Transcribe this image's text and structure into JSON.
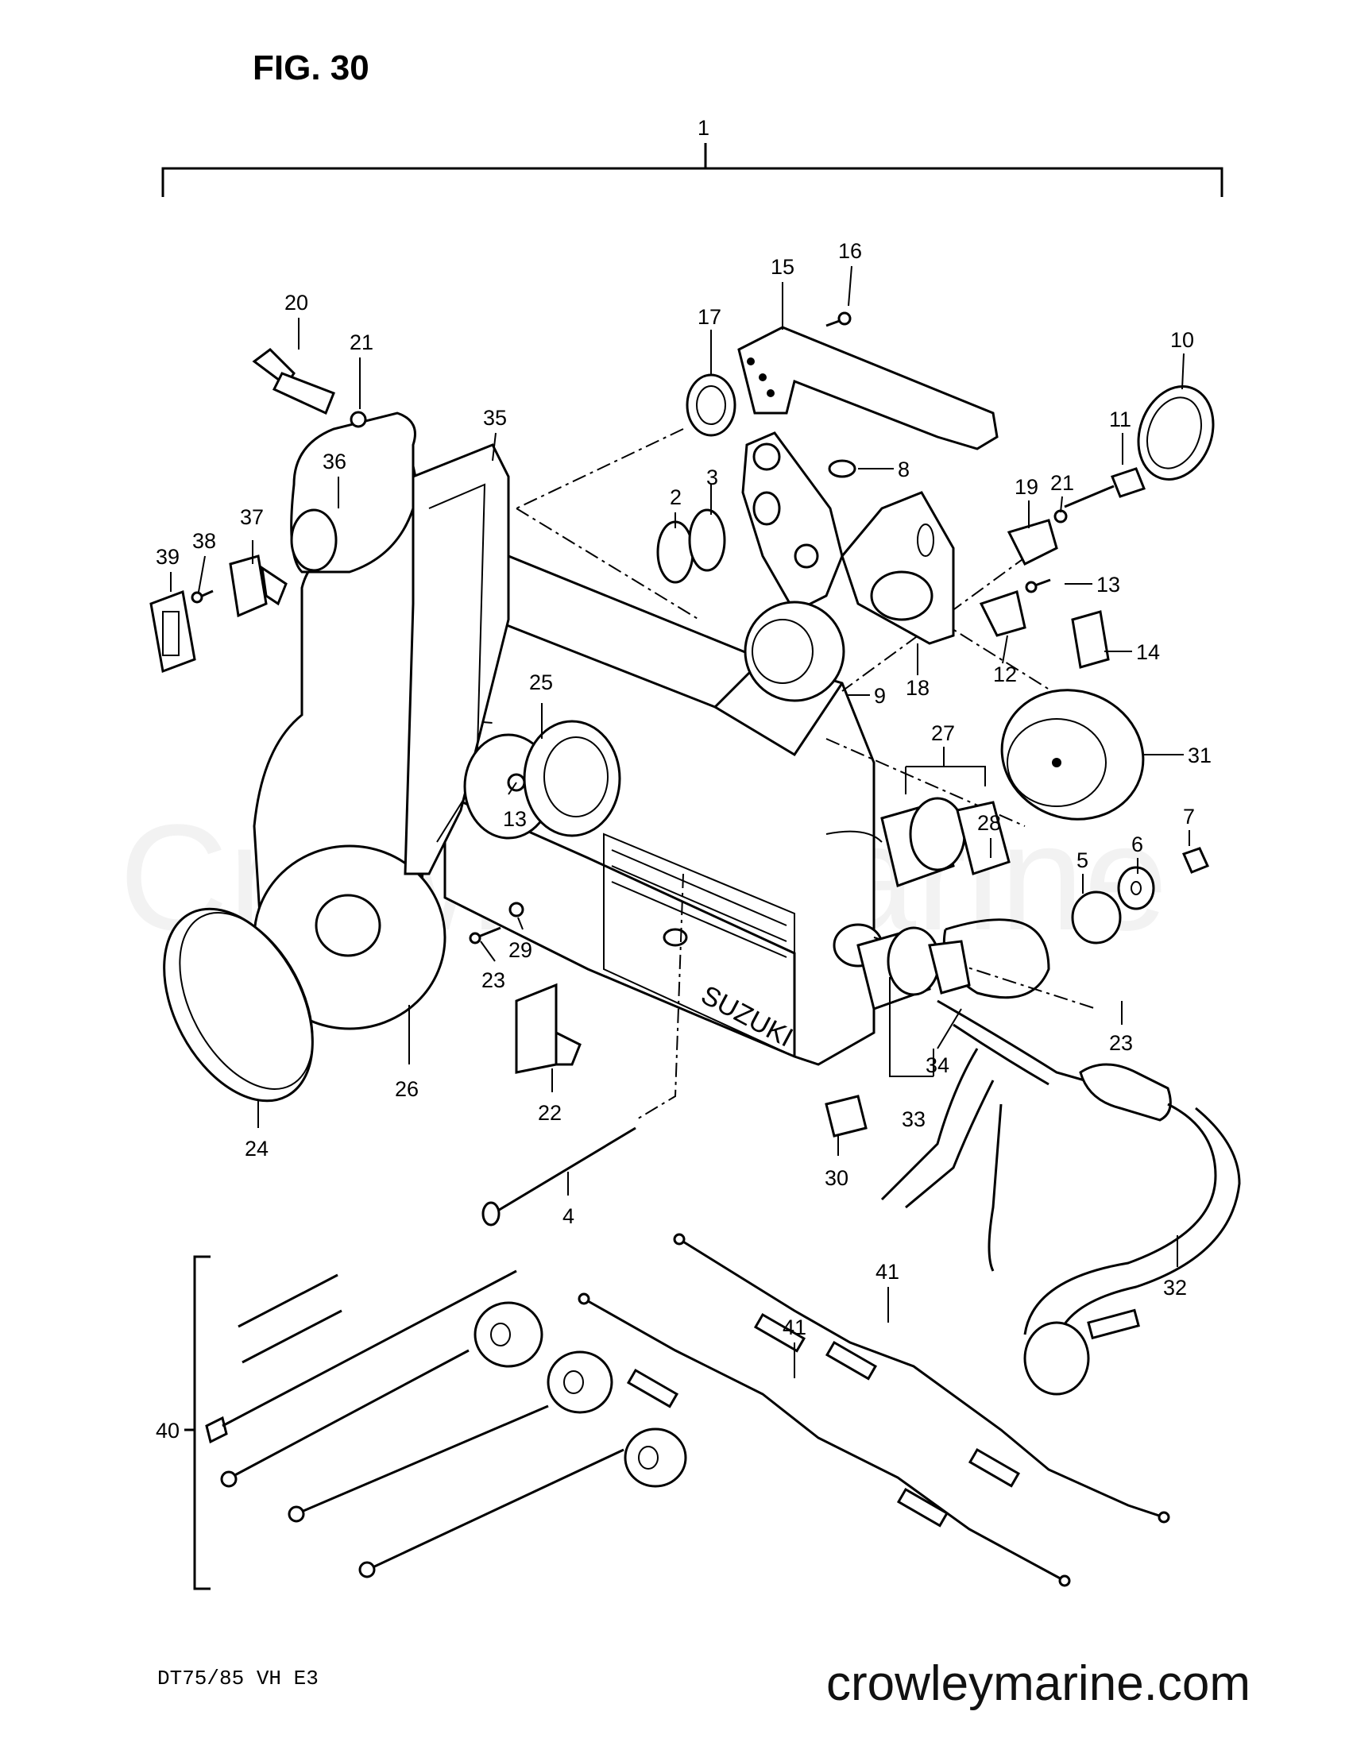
{
  "figure": {
    "title": "FIG. 30",
    "model_code": "DT75/85 VH E3",
    "website": "crowleymarine.com",
    "watermark": "Crowley Marine",
    "brand_on_housing": "SUZUKI"
  },
  "callouts": {
    "c1": "1",
    "c2": "2",
    "c3": "3",
    "c4": "4",
    "c5": "5",
    "c6": "6",
    "c7": "7",
    "c8": "8",
    "c9": "9",
    "c10": "10",
    "c11": "11",
    "c12": "12",
    "c13a": "13",
    "c13b": "13",
    "c14": "14",
    "c15": "15",
    "c16": "16",
    "c17": "17",
    "c18": "18",
    "c19": "19",
    "c20": "20",
    "c21a": "21",
    "c21b": "21",
    "c22": "22",
    "c23a": "23",
    "c23b": "23",
    "c24": "24",
    "c25": "25",
    "c26": "26",
    "c27": "27",
    "c28": "28",
    "c29": "29",
    "c30": "30",
    "c31": "31",
    "c32": "32",
    "c33": "33",
    "c34": "34",
    "c35": "35",
    "c36": "36",
    "c37": "37",
    "c38": "38",
    "c39": "39",
    "c40": "40",
    "c41a": "41",
    "c41b": "41"
  }
}
